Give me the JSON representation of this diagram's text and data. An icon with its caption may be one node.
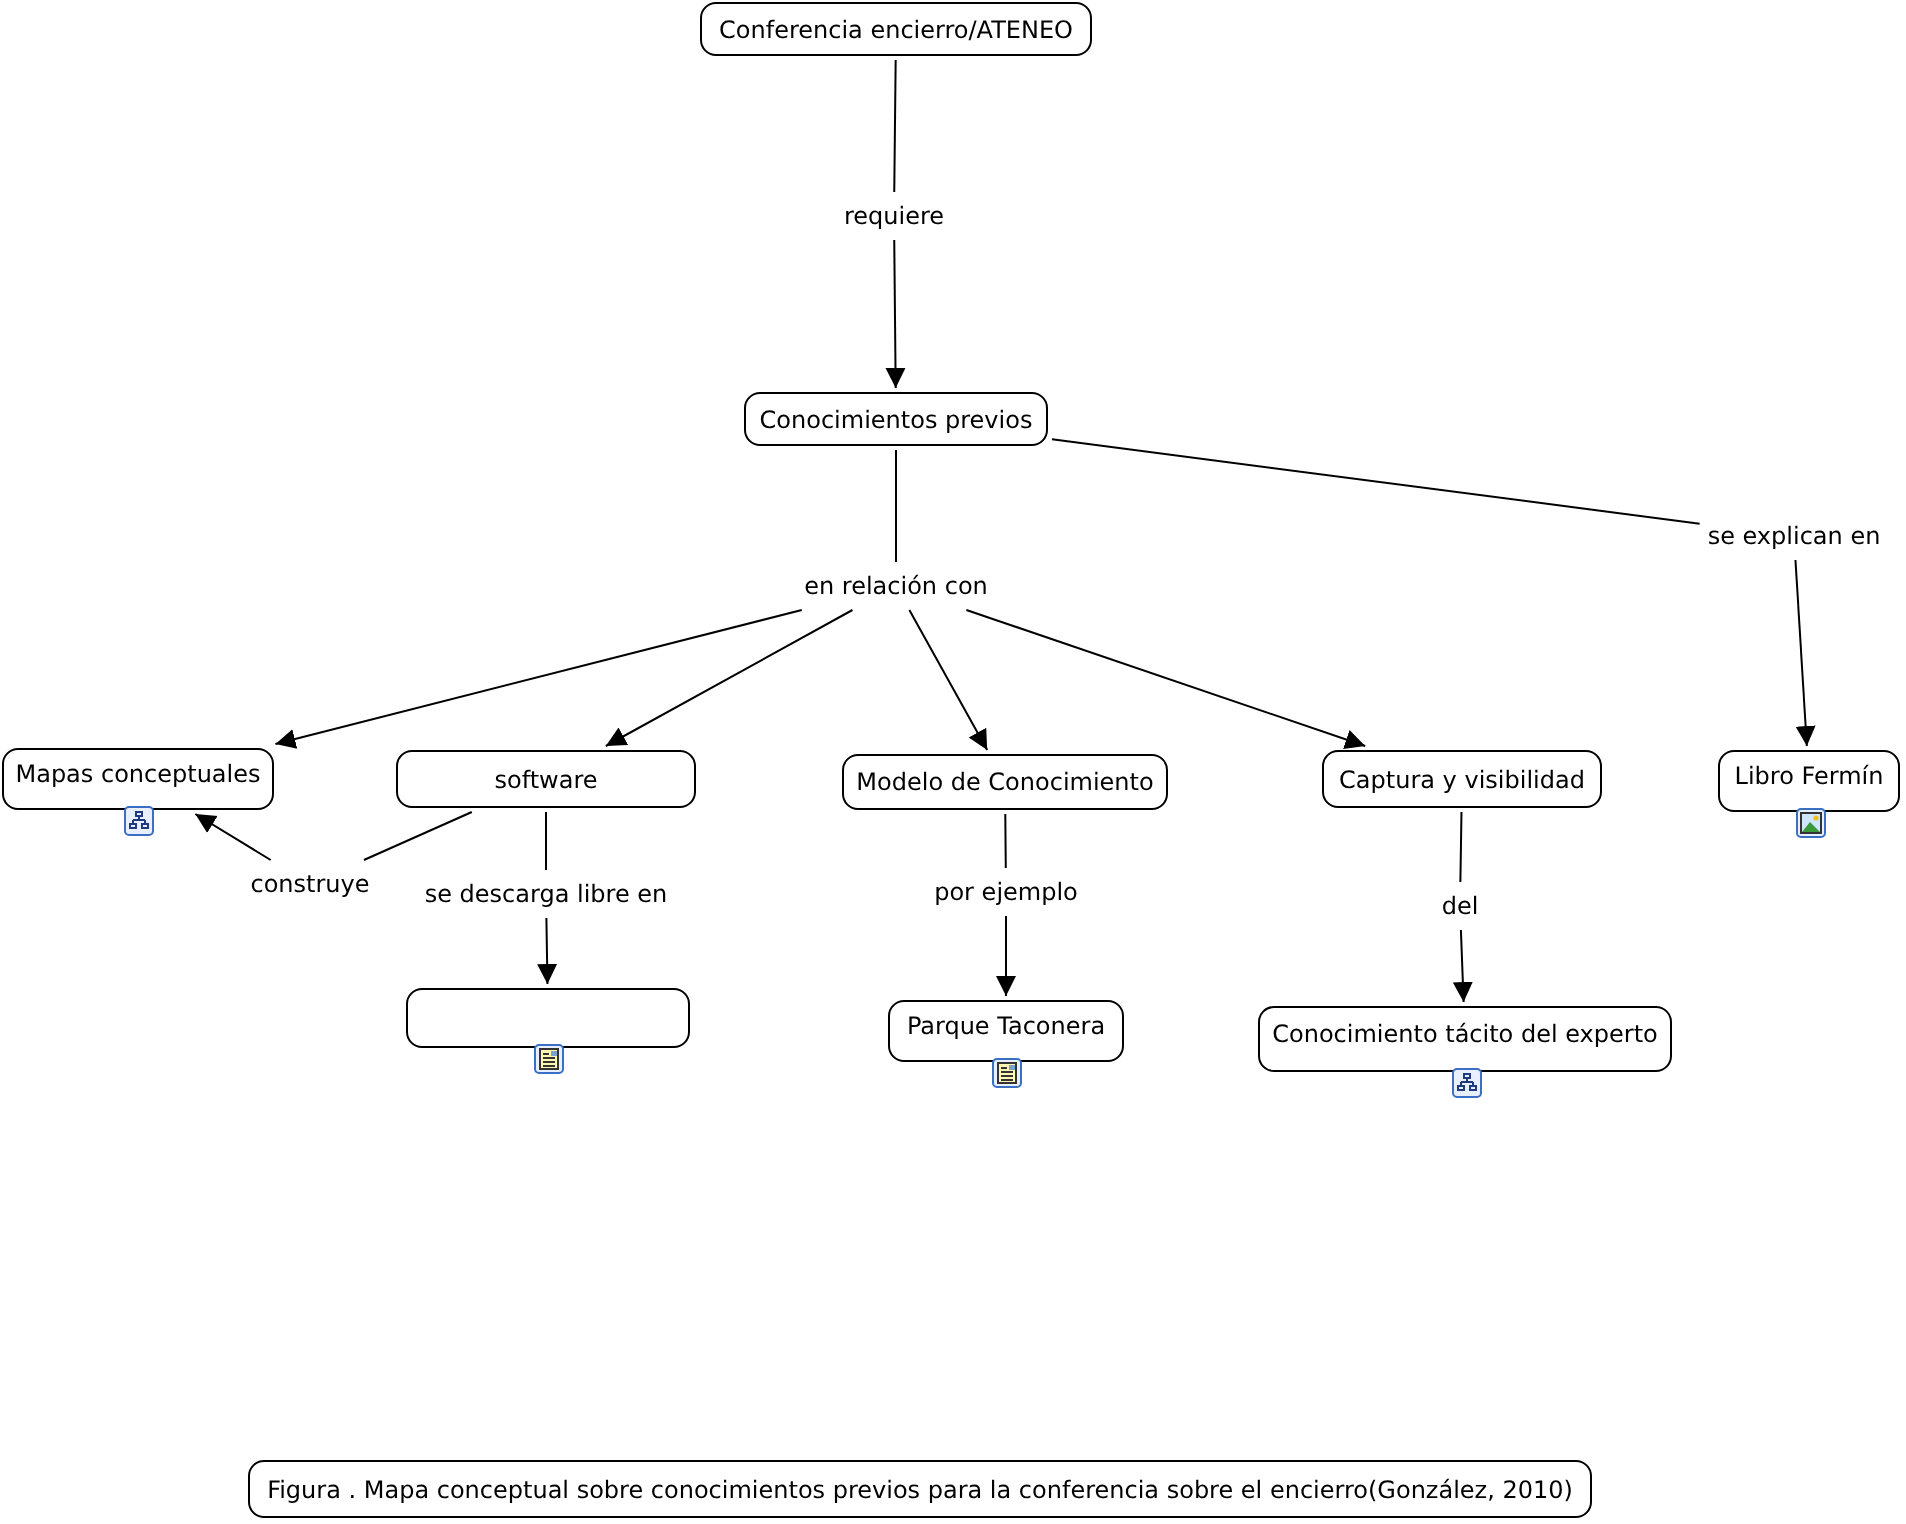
{
  "diagram": {
    "nodes": [
      {
        "text": [
          "Conferencia encierro/ATENEO"
        ]
      },
      {
        "text": [
          "requiere"
        ]
      },
      {
        "text": [
          "Conocimientos previos"
        ]
      },
      {
        "text": [
          "en relación con"
        ]
      },
      {
        "text": [
          "se explican en"
        ]
      },
      {
        "text": [
          "Mapas conceptuales"
        ]
      },
      {
        "text": [
          "software"
        ]
      },
      {
        "text": [
          "Modelo de Conocimiento"
        ]
      },
      {
        "text": [
          "Captura y visibilidad"
        ]
      },
      {
        "text": [
          "Libro Fermín"
        ]
      },
      {
        "text": [
          "construye"
        ]
      },
      {
        "text": [
          "se descarga libre en"
        ]
      },
      {
        "text": [
          "por ejemplo"
        ]
      },
      {
        "text": [
          "del"
        ]
      },
      {
        "text": [],
        "shape": "box"
      },
      {
        "text": [
          "Parque Taconera"
        ]
      },
      {
        "text": [
          "Conocimiento tácito del experto"
        ]
      },
      {
        "text": [
          "Figura . Mapa conceptual sobre conocimientos previos para la conferencia sobre el encierro(González, 2010)"
        ]
      }
    ],
    "edges": [
      {
        "from": 0,
        "to": 1,
        "arrow": "none"
      },
      {
        "from": 1,
        "to": 2,
        "arrow": "to"
      },
      {
        "from": 2,
        "to": 3,
        "arrow": "none"
      },
      {
        "from": 2,
        "to": 4,
        "arrow": "none"
      },
      {
        "from": 3,
        "to": 5,
        "arrow": "to"
      },
      {
        "from": 3,
        "to": 6,
        "arrow": "to"
      },
      {
        "from": 3,
        "to": 7,
        "arrow": "to"
      },
      {
        "from": 3,
        "to": 8,
        "arrow": "to"
      },
      {
        "from": 4,
        "to": 9,
        "arrow": "to"
      },
      {
        "from": 6,
        "to": 10,
        "arrow": "none"
      },
      {
        "from": 10,
        "to": 5,
        "arrow": "to"
      },
      {
        "from": 6,
        "to": 11,
        "arrow": "none"
      },
      {
        "from": 11,
        "to": 14,
        "arrow": "to"
      },
      {
        "from": 7,
        "to": 12,
        "arrow": "none"
      },
      {
        "from": 12,
        "to": 15,
        "arrow": "to"
      },
      {
        "from": 8,
        "to": 13,
        "arrow": "none"
      },
      {
        "from": 13,
        "to": 16,
        "arrow": "to"
      }
    ]
  }
}
